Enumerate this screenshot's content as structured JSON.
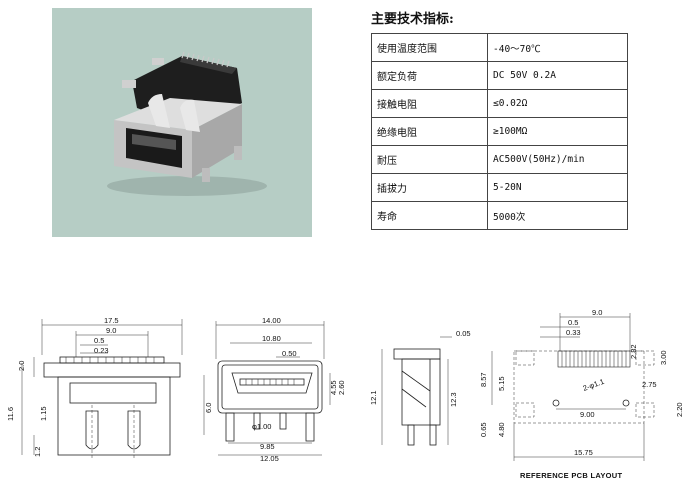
{
  "spec": {
    "title": "主要技术指标:",
    "rows": [
      {
        "label": "使用温度范围",
        "value": "-40～70℃"
      },
      {
        "label": "额定负荷",
        "value": "DC 50V 0.2A"
      },
      {
        "label": "接触电阻",
        "value": "≤0.02Ω"
      },
      {
        "label": "绝缘电阻",
        "value": "≥100MΩ"
      },
      {
        "label": "耐压",
        "value": "AC500V(50Hz)/min"
      },
      {
        "label": "插拔力",
        "value": "5-20N"
      },
      {
        "label": "寿命",
        "value": "5000次"
      }
    ]
  },
  "front_view": {
    "d_total": "17.5",
    "d_inner": "9.0",
    "d_a": "0.5",
    "d_b": "0.23",
    "d_left_top": "2.0",
    "d_height": "11.6",
    "d_b1": "1.2",
    "d_b2": "1.15"
  },
  "side_view": {
    "d_top": "14.00",
    "d_opening": "10.80",
    "d_pin": "0.50",
    "d_h1": "4.55",
    "d_h2": "2.60",
    "d_h3": "6.0",
    "d_hole": "φ1.00",
    "d_w1": "9.85",
    "d_w2": "12.05"
  },
  "profile_view": {
    "d_a": "0.05",
    "d_h": "12.1",
    "d_c": "12.3"
  },
  "pcb_layout": {
    "caption": "REFERENCE PCB LAYOUT",
    "d_top": "9.0",
    "d_a": "0.5",
    "d_b": "0.33",
    "d_left1": "8.57",
    "d_left2": "5.15",
    "d_left3": "0.65",
    "d_left4": "4.80",
    "d_r1": "2.82",
    "d_r2": "3.00",
    "d_r3": "2.75",
    "d_r4": "2.20",
    "d_hole": "2-φ1.1",
    "d_mid": "9.00",
    "d_bottom": "15.75"
  }
}
